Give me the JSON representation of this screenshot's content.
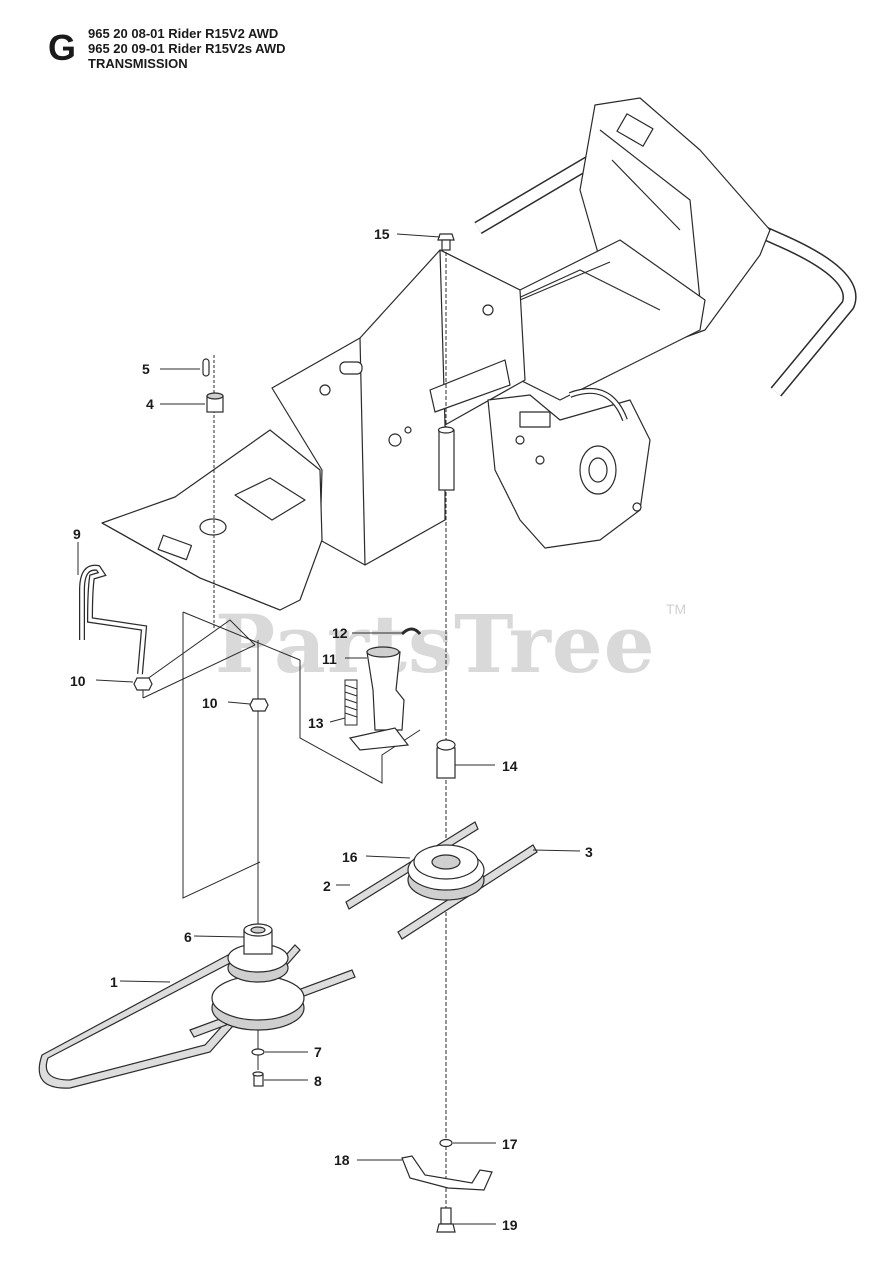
{
  "header": {
    "section_letter": "G",
    "lines": [
      "965 20 08-01 Rider R15V2 AWD",
      "965 20 09-01 Rider R15V2s AWD",
      "TRANSMISSION"
    ]
  },
  "watermark": {
    "text": "PartsTree",
    "trademark": "TM"
  },
  "callouts": {
    "c1": "1",
    "c2": "2",
    "c3": "3",
    "c4": "4",
    "c5": "5",
    "c6": "6",
    "c7": "7",
    "c8": "8",
    "c9": "9",
    "c10a": "10",
    "c10b": "10",
    "c11": "11",
    "c12": "12",
    "c13": "13",
    "c14": "14",
    "c15": "15",
    "c16": "16",
    "c17": "17",
    "c18": "18",
    "c19": "19"
  },
  "colors": {
    "line": "#2b2b2b",
    "watermark": "#d9d9d9",
    "part_fill": "#ffffff",
    "part_shade": "#cfcfcf"
  }
}
